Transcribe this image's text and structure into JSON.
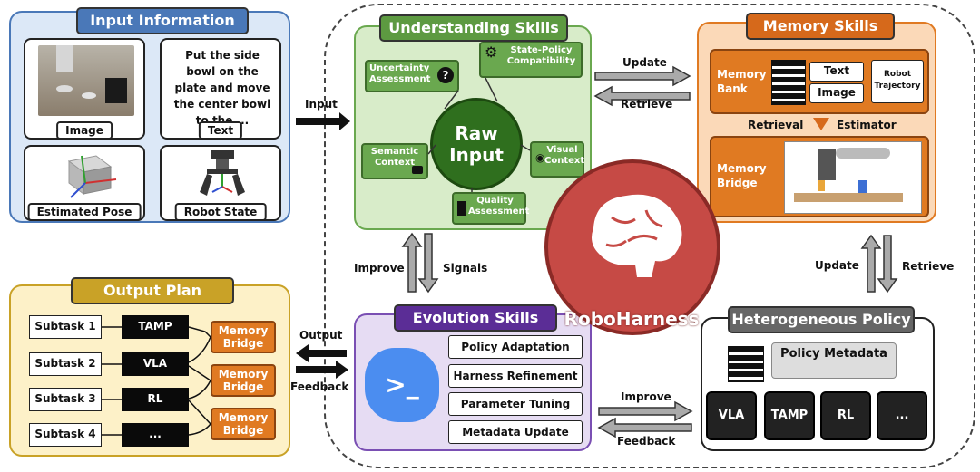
{
  "input_info": {
    "title": "Input Information",
    "image_label": "Image",
    "text_label": "Text",
    "text_content": "Put the side bowl on the plate and move the center bowl to the ...",
    "pose_label": "Estimated Pose",
    "robot_state_label": "Robot State"
  },
  "output_plan": {
    "title": "Output Plan",
    "subtasks": [
      {
        "label": "Subtask 1",
        "method": "TAMP"
      },
      {
        "label": "Subtask 2",
        "method": "VLA"
      },
      {
        "label": "Subtask 3",
        "method": "RL"
      },
      {
        "label": "Subtask 4",
        "method": "..."
      }
    ],
    "memory_bridge": "Memory Bridge"
  },
  "understanding": {
    "title": "Understanding Skills",
    "center": "Raw Input",
    "uncertainty": "Uncertainty Assessment",
    "state_policy": "State-Policy Compatibility",
    "semantic": "Semantic Context",
    "visual": "Visual Context",
    "quality": "Quality Assessment"
  },
  "memory": {
    "title": "Memory Skills",
    "bank_label": "Memory Bank",
    "text_tag": "Text",
    "image_tag": "Image",
    "robot_traj": "Robot Trajectory",
    "retrieval": "Retrieval",
    "estimator": "Estimator",
    "bridge_label": "Memory Bridge"
  },
  "evolution": {
    "title": "Evolution Skills",
    "items": [
      "Policy Adaptation",
      "Harness Refinement",
      "Parameter Tuning",
      "Metadata Update"
    ]
  },
  "hetero": {
    "title": "Heterogeneous Policy",
    "metadata": "Policy Metadata",
    "policies": [
      "VLA",
      "TAMP",
      "RL",
      "..."
    ]
  },
  "center_label": "RoboHarness",
  "arrows": {
    "input": "Input",
    "output": "Output",
    "feedback_left": "Feedback",
    "update_top": "Update",
    "retrieve_top": "Retrieve",
    "improve_left": "Improve",
    "signals": "Signals",
    "update_right": "Update",
    "retrieve_right": "Retrieve",
    "improve_bottom": "Improve",
    "feedback_bottom": "Feedback"
  },
  "colors": {
    "input_bg": "#dce8f7",
    "input_border": "#4a78b8",
    "input_title": "#4a78b8",
    "output_bg": "#fdf1c8",
    "output_border": "#c9a227",
    "output_title": "#c9a227",
    "understanding_bg": "#d8ecc9",
    "understanding_border": "#6aa84f",
    "understanding_title": "#5d9a41",
    "memory_bg": "#fbd9b8",
    "memory_border": "#e07a22",
    "memory_title": "#d6691b",
    "evolution_bg": "#e6dcf3",
    "evolution_border": "#7a4fb3",
    "evolution_title": "#5b2d96",
    "hetero_title": "#666666",
    "brain": "#c64a45"
  }
}
